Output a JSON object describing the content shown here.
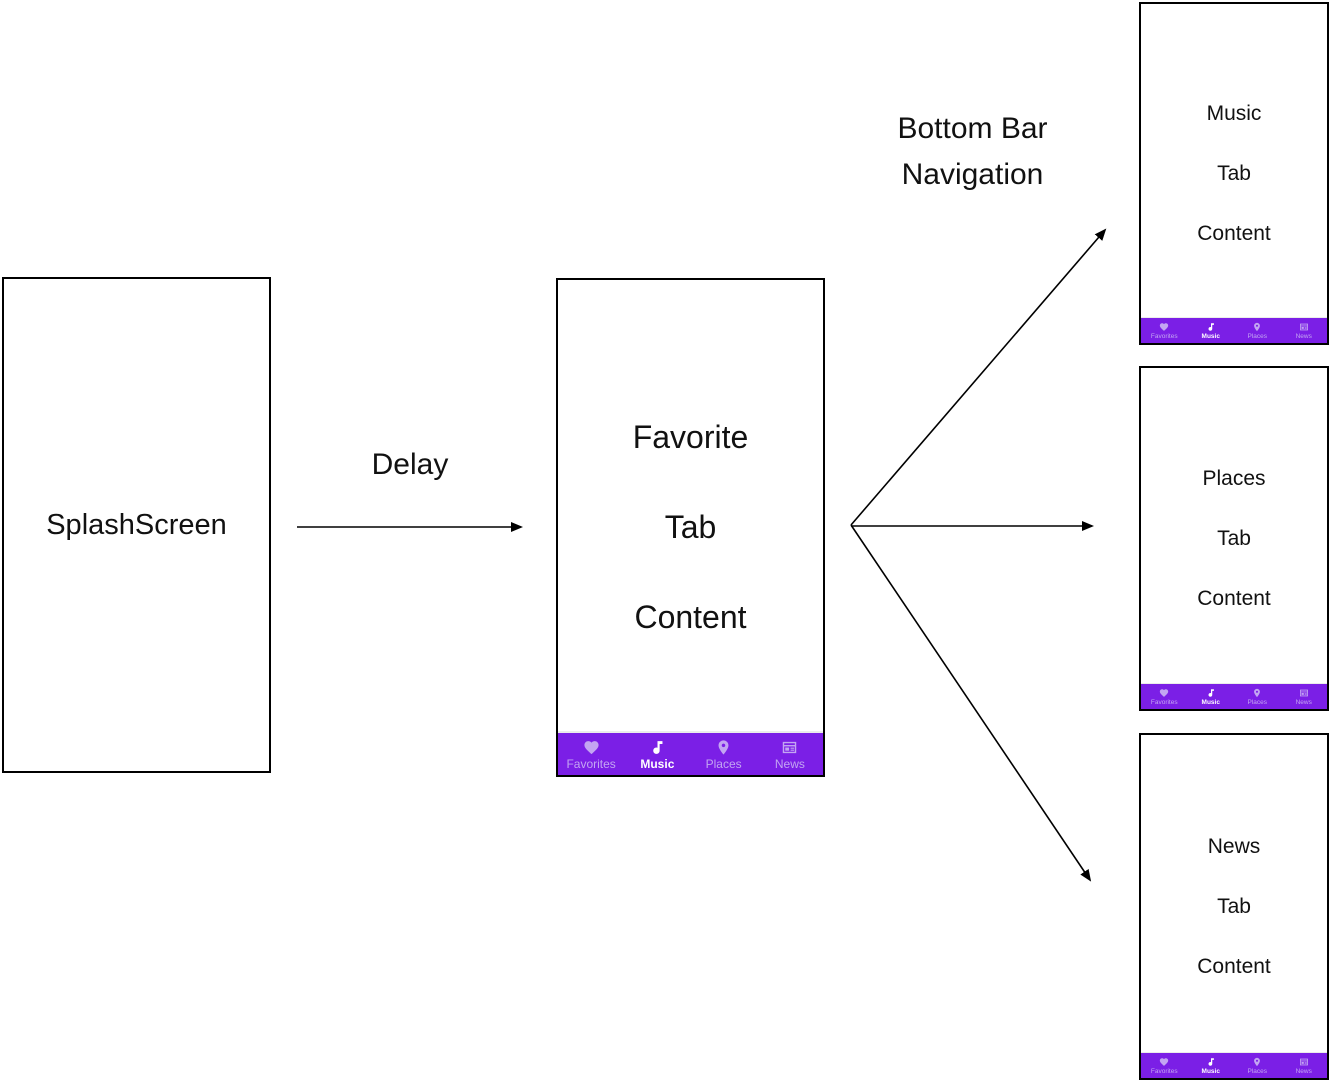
{
  "diagram": {
    "background": "#ffffff",
    "splash_screen": {
      "label": "SplashScreen"
    },
    "delay_arrow": {
      "label": "Delay"
    },
    "fan_label": {
      "lines": [
        "Bottom Bar",
        "Navigation"
      ]
    }
  },
  "colors": {
    "tab_bar_background": "#7B1FE6",
    "tab_selected": "#FFFFFF",
    "tab_unselected": "#C3A5F2",
    "arrow_color": "#000000",
    "box_border": "#000000"
  },
  "screens": {
    "favorite": {
      "lines": [
        "Favorite",
        "Tab",
        "Content"
      ]
    },
    "music": {
      "lines": [
        "Music",
        "Tab",
        "Content"
      ]
    },
    "places": {
      "lines": [
        "Places",
        "Tab",
        "Content"
      ]
    },
    "news": {
      "lines": [
        "News",
        "Tab",
        "Content"
      ]
    }
  },
  "tab_bar": {
    "items": [
      {
        "label": "Favorites",
        "icon": "heart-icon",
        "selected": false
      },
      {
        "label": "Music",
        "icon": "music-note-icon",
        "selected": true
      },
      {
        "label": "Places",
        "icon": "place-pin-icon",
        "selected": false
      },
      {
        "label": "News",
        "icon": "newspaper-icon",
        "selected": false
      }
    ]
  }
}
